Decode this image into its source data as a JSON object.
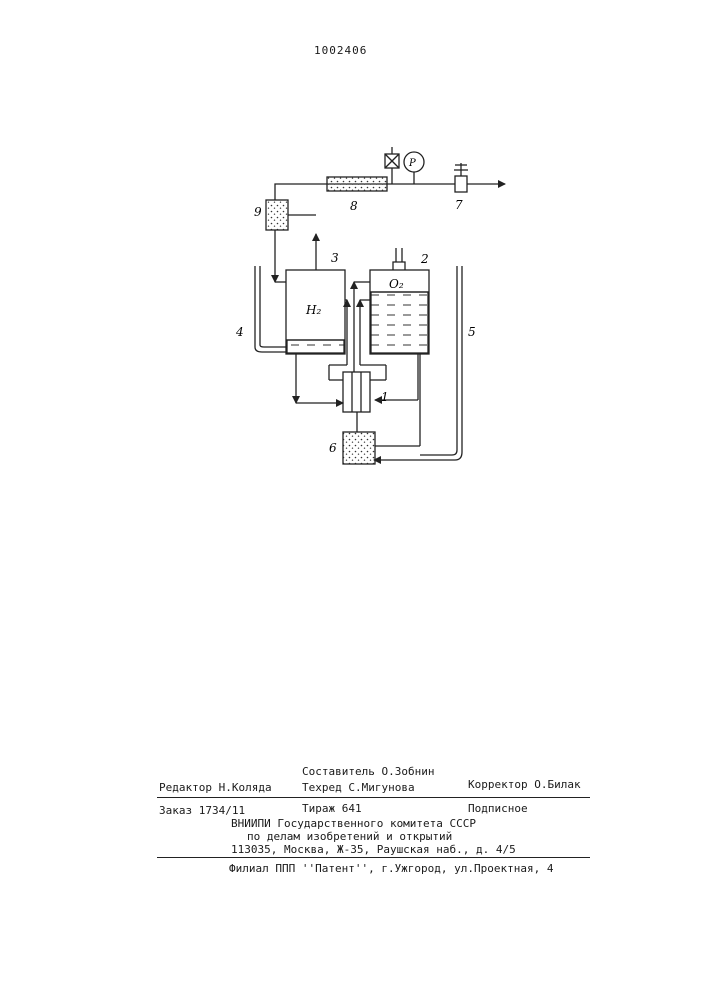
{
  "patent_number": "1002406",
  "figure": {
    "labels": {
      "n1": "1",
      "n2": "2",
      "n3": "3",
      "n4": "4",
      "n5": "5",
      "n6": "6",
      "n7": "7",
      "n8": "8",
      "n9": "9",
      "h2": "H₂",
      "o2": "O₂",
      "p": "P"
    }
  },
  "colophon": {
    "compiler": "Составитель О.Зобнин",
    "editor": "Редактор Н.Коляда",
    "techred": "Техред С.Мигунова",
    "corrector": "Корректор О.Билак",
    "order": "Заказ 1734/11",
    "circulation": "Тираж 641",
    "subscription": "Подписное",
    "org_line1": "ВНИИПИ Государственного комитета СССР",
    "org_line2": "по делам изобретений и открытий",
    "org_line3": "113035, Москва, Ж-35, Раушская наб., д. 4/5",
    "branch": "Филиал ППП ''Патент'', г.Ужгород, ул.Проектная, 4"
  }
}
